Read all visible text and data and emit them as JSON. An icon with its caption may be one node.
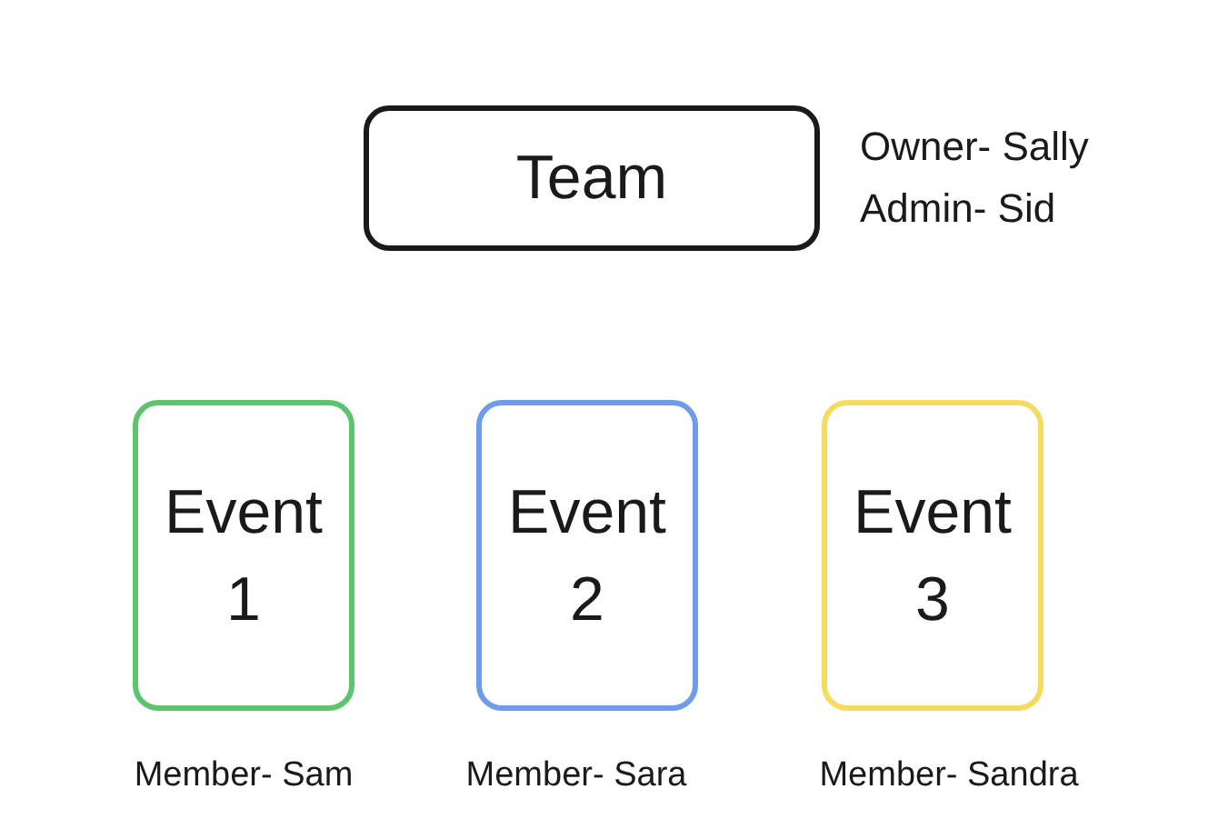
{
  "diagram": {
    "nodes": [
      {
        "text": [
          "Team"
        ],
        "beside": [
          "Owner- Sally",
          "Admin- Sid"
        ]
      },
      {
        "text": [
          "Event 1"
        ],
        "beside": [
          "Member- Sam"
        ]
      },
      {
        "text": [
          "Event 2"
        ],
        "beside": [
          "Member- Sara"
        ]
      },
      {
        "text": [
          "Event 3"
        ],
        "beside": [
          "Member- Sandra"
        ]
      }
    ]
  }
}
